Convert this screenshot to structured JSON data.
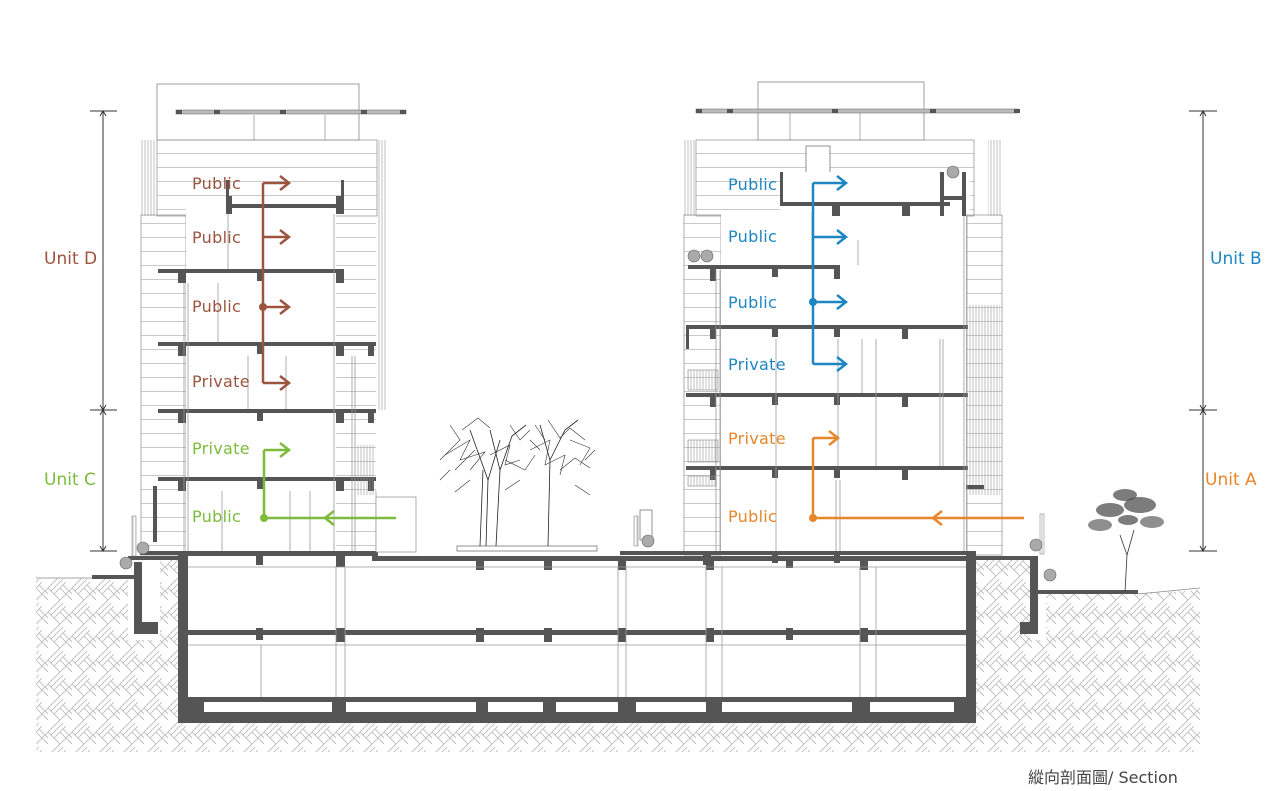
{
  "caption": "縱向剖面圖/ Section",
  "colors": {
    "unit_d": "#9b5440",
    "unit_c": "#7dbb3a",
    "unit_b": "#1e86c2",
    "unit_a": "#e8862a",
    "structure": "#555555",
    "line": "#888888",
    "hatch": "#b8b8b8"
  },
  "units": [
    {
      "id": "D",
      "label": "Unit D",
      "color": "#9b5440",
      "side": "left",
      "spaces": [
        "Public",
        "Public",
        "Public",
        "Private"
      ]
    },
    {
      "id": "C",
      "label": "Unit C",
      "color": "#7dbb3a",
      "side": "left",
      "spaces": [
        "Private",
        "Public"
      ]
    },
    {
      "id": "B",
      "label": "Unit B",
      "color": "#1e86c2",
      "side": "right",
      "spaces": [
        "Public",
        "Public",
        "Public",
        "Private"
      ]
    },
    {
      "id": "A",
      "label": "Unit A",
      "color": "#e8862a",
      "side": "right",
      "spaces": [
        "Private",
        "Public"
      ]
    }
  ],
  "left_building": {
    "unit_d": {
      "label": "Unit D",
      "floors": [
        {
          "label": "Public"
        },
        {
          "label": "Public"
        },
        {
          "label": "Public"
        },
        {
          "label": "Private"
        }
      ]
    },
    "unit_c": {
      "label": "Unit C",
      "floors": [
        {
          "label": "Private"
        },
        {
          "label": "Public"
        }
      ]
    }
  },
  "right_building": {
    "unit_b": {
      "label": "Unit B",
      "floors": [
        {
          "label": "Public"
        },
        {
          "label": "Public"
        },
        {
          "label": "Public"
        },
        {
          "label": "Private"
        }
      ]
    },
    "unit_a": {
      "label": "Unit A",
      "floors": [
        {
          "label": "Private"
        },
        {
          "label": "Public"
        }
      ]
    }
  }
}
